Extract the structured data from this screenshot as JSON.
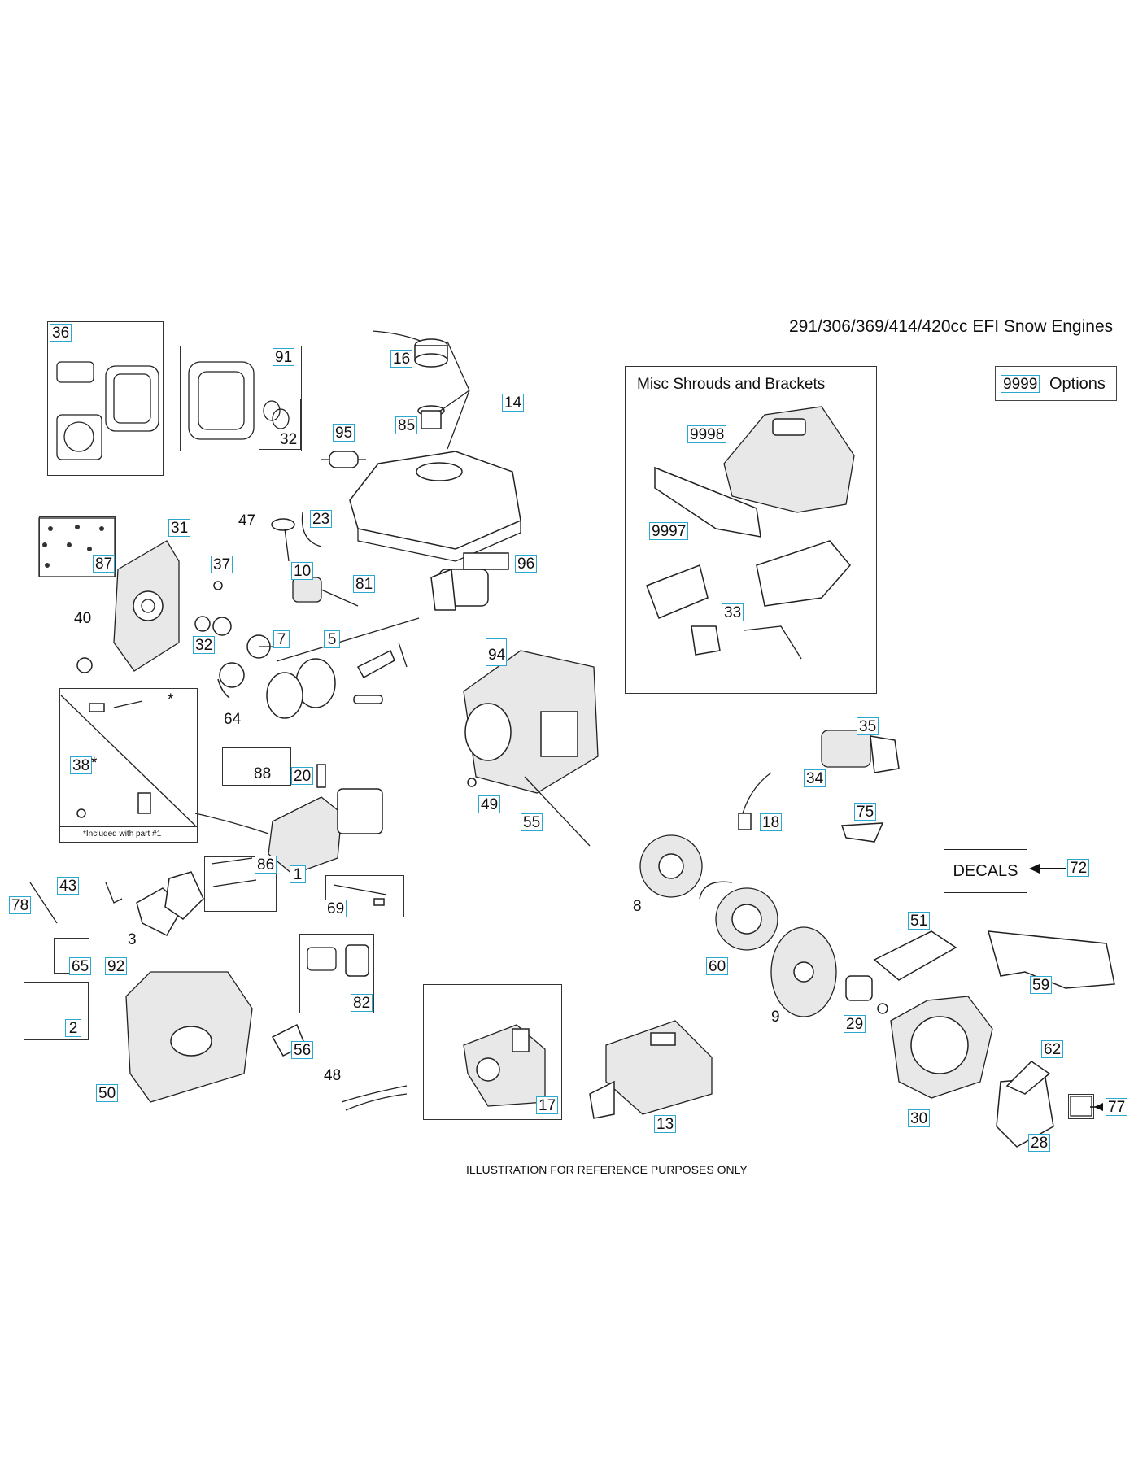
{
  "header": {
    "title": "291/306/369/414/420cc EFI Snow Engines"
  },
  "footer": {
    "text": "ILLUSTRATION FOR REFERENCE PURPOSES ONLY"
  },
  "options": {
    "code": "9999",
    "label": "Options"
  },
  "misc_panel": {
    "title": "Misc Shrouds and Brackets"
  },
  "decals": {
    "label": "DECALS"
  },
  "note38": {
    "text": "*Included with part #1"
  },
  "asterisk": "*",
  "callouts": {
    "c36": "36",
    "c91": "91",
    "c32a": "32",
    "c16": "16",
    "c85": "85",
    "c14": "14",
    "c95": "95",
    "c23": "23",
    "c47": "47",
    "c31": "31",
    "c87": "87",
    "c37": "37",
    "c10": "10",
    "c81": "81",
    "c96": "96",
    "c40": "40",
    "c32b": "32",
    "c7": "7",
    "c5": "5",
    "c94": "94",
    "c64": "64",
    "c38": "38",
    "c88": "88",
    "c20": "20",
    "c49": "49",
    "c55": "55",
    "c86": "86",
    "c1": "1",
    "c78": "78",
    "c43": "43",
    "c69": "69",
    "c3": "3",
    "c65": "65",
    "c92": "92",
    "c2": "2",
    "c82": "82",
    "c56": "56",
    "c50": "50",
    "c48": "48",
    "c17": "17",
    "c13": "13",
    "c9998": "9998",
    "c9997": "9997",
    "c33": "33",
    "c35": "35",
    "c34": "34",
    "c18": "18",
    "c75": "75",
    "c72": "72",
    "c8": "8",
    "c60": "60",
    "c51": "51",
    "c59": "59",
    "c9": "9",
    "c29": "29",
    "c62": "62",
    "c77": "77",
    "c30": "30",
    "c28": "28"
  }
}
